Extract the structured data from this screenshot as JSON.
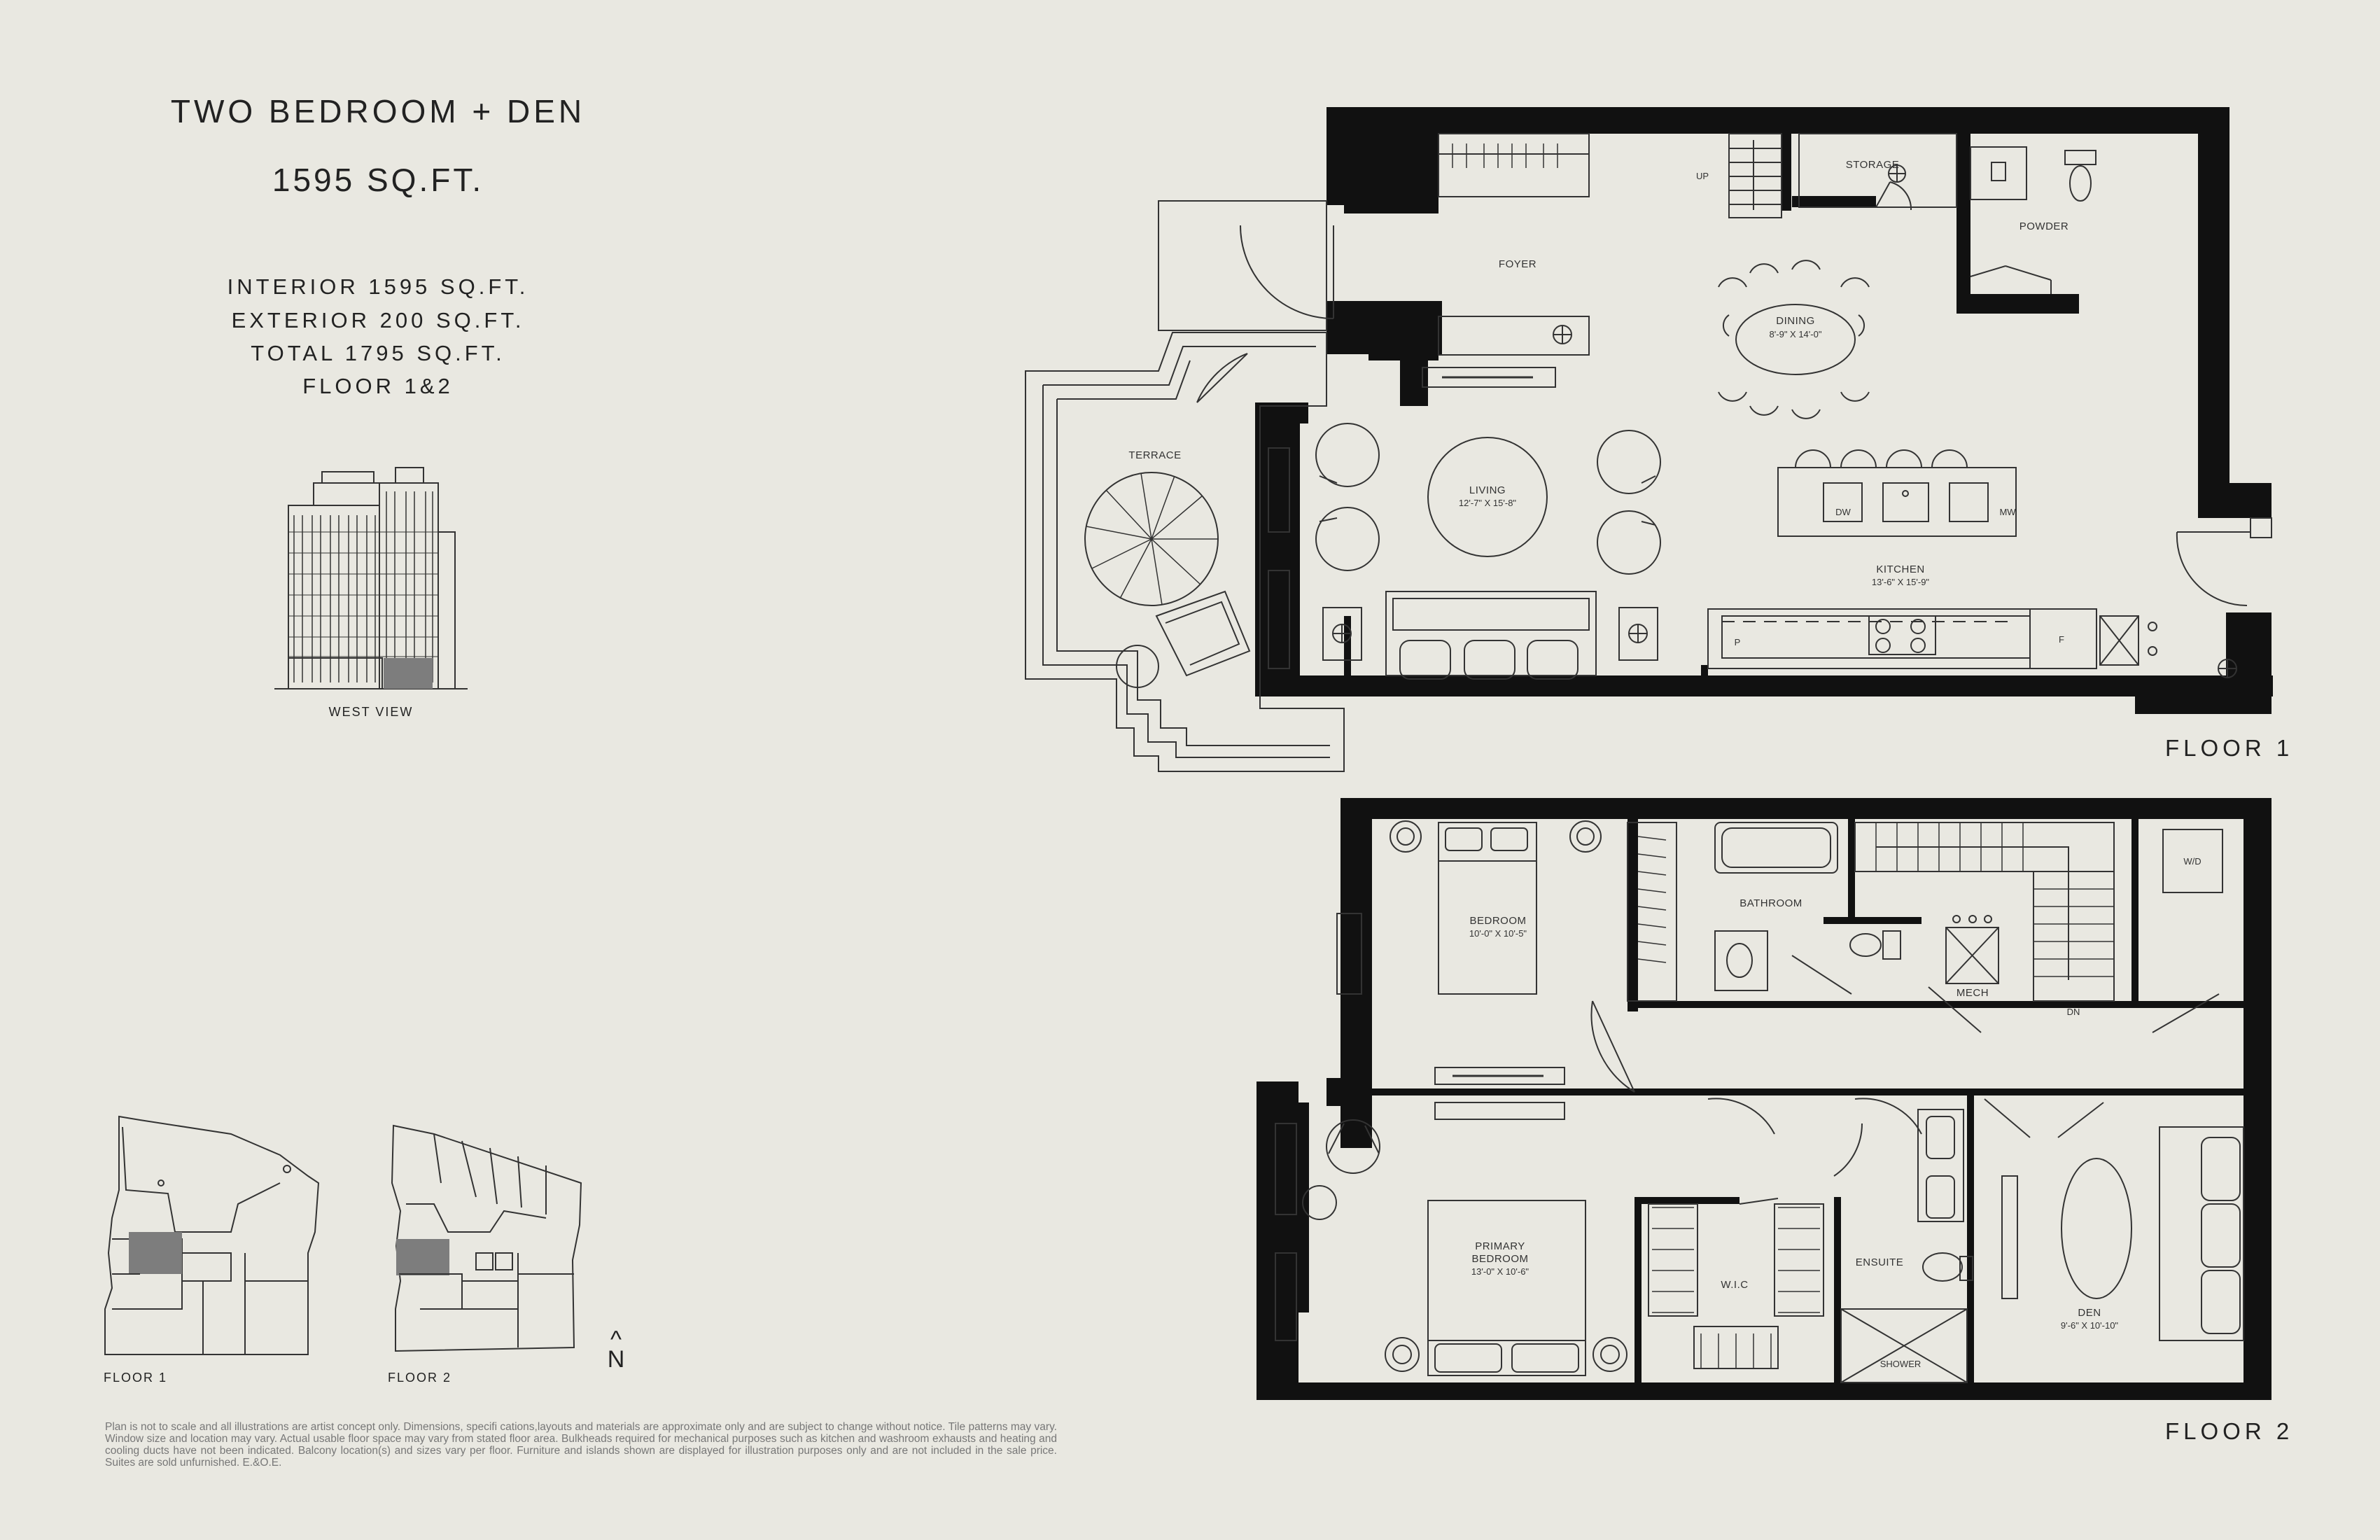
{
  "header": {
    "title": "TWO BEDROOM + DEN",
    "area": "1595 SQ.FT."
  },
  "stats": {
    "interior": "INTERIOR  1595 SQ.FT.",
    "exterior": "EXTERIOR 200 SQ.FT.",
    "total": "TOTAL 1795 SQ.FT.",
    "floors": "FLOOR 1&2"
  },
  "building": {
    "view_label": "WEST VIEW"
  },
  "keyplan": {
    "floor1": "FLOOR 1",
    "floor2": "FLOOR 2",
    "north": "N"
  },
  "floor1": {
    "label": "FLOOR 1",
    "rooms": {
      "foyer": "FOYER",
      "storage": "STORAGE",
      "powder": "POWDER",
      "up": "UP",
      "dining": "DINING",
      "dining_dim": "8'-9\" X 14'-0\"",
      "terrace": "TERRACE",
      "living": "LIVING",
      "living_dim": "12'-7\" X 15'-8\"",
      "kitchen": "KITCHEN",
      "kitchen_dim": "13'-6\" X 15'-9\"",
      "dw": "DW",
      "mw": "MW",
      "p": "P",
      "f": "F"
    }
  },
  "floor2": {
    "label": "FLOOR 2",
    "rooms": {
      "bedroom": "BEDROOM",
      "bedroom_dim": "10'-0\" X 10'-5\"",
      "bathroom": "BATHROOM",
      "mech": "MECH",
      "dn": "DN",
      "wd": "W/D",
      "primary1": "PRIMARY",
      "primary2": "BEDROOM",
      "primary_dim": "13'-0\" X 10'-6\"",
      "wic": "W.I.C",
      "ensuite": "ENSUITE",
      "shower": "SHOWER",
      "den": "DEN",
      "den_dim": "9'-6\" X 10'-10\""
    }
  },
  "disclaimer": "Plan is not to scale and all illustrations are artist concept only. Dimensions, specifi cations,layouts and materials are approximate only and are subject to change without notice. Tile patterns may vary. Window size and location may vary. Actual usable floor space may vary from stated floor area. Bulkheads required for mechanical purposes such as kitchen and washroom exhausts and heating and cooling ducts have not been indicated. Balcony location(s) and sizes vary per floor. Furniture and islands shown are displayed for illustration purposes only and are not included in the sale price. Suites are sold unfurnished. E.&O.E.",
  "colors": {
    "background": "#e9e8e1",
    "wall": "#111111",
    "line": "#333333",
    "highlight": "#7d7d7d"
  }
}
